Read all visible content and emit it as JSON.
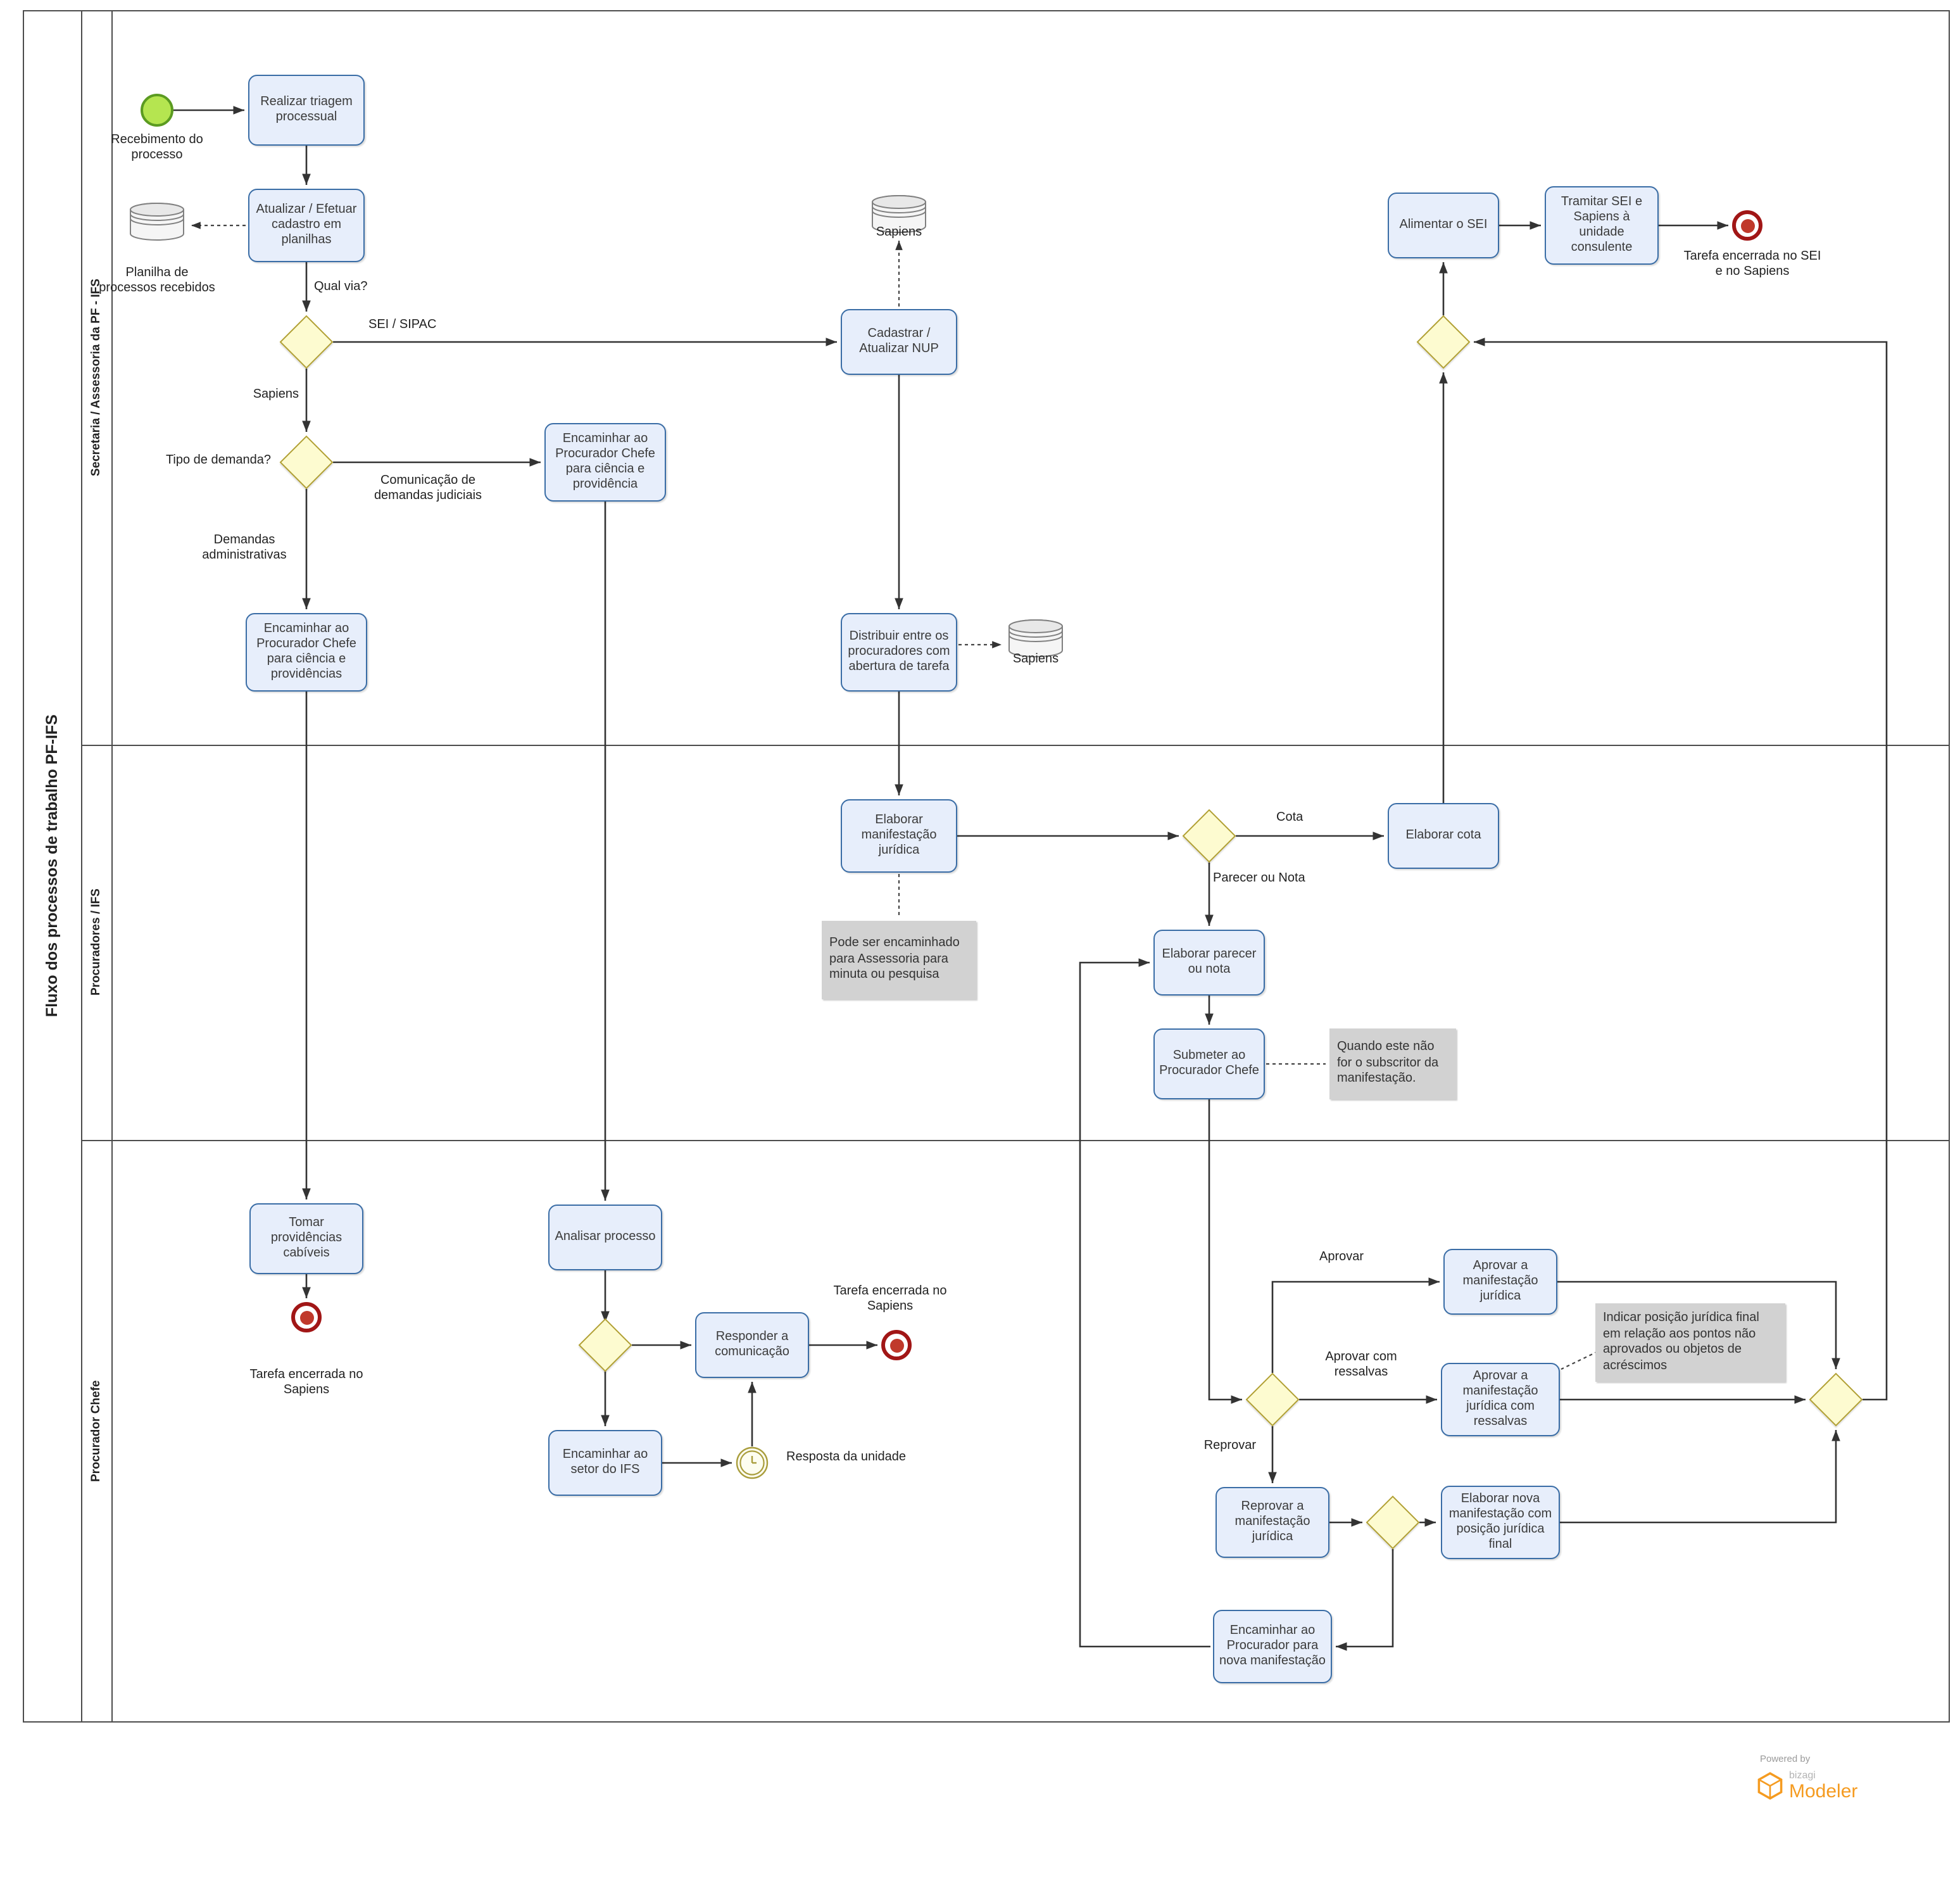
{
  "pool": {
    "title": "Fluxo dos processos de trabalho PF-IFS",
    "lanes": [
      "Secretaria / Assessoria da PF - IFS",
      "Procuradores / IFS",
      "Procurador Chefe"
    ]
  },
  "nodes": {
    "realizar_triagem": "Realizar triagem processual",
    "atualizar_cadastro": "Atualizar / Efetuar cadastro em planilhas",
    "cadastrar_nup": "Cadastrar / Atualizar NUP",
    "encaminhar_judicial": "Encaminhar ao Procurador Chefe para ciência e providência",
    "encaminhar_admin": "Encaminhar ao Procurador Chefe para ciência e providências",
    "distribuir": "Distribuir entre os procuradores com abertura de tarefa",
    "alimentar_sei": "Alimentar o SEI",
    "tramitar": "Tramitar SEI e Sapiens à unidade consulente",
    "elaborar_manifestacao": "Elaborar manifestação jurídica",
    "elaborar_cota": "Elaborar cota",
    "elaborar_parecer": "Elaborar parecer ou nota",
    "submeter": "Submeter ao Procurador Chefe",
    "tomar_providencias": "Tomar providências cabíveis",
    "analisar_processo": "Analisar processo",
    "responder_comunicacao": "Responder a comunicação",
    "encaminhar_setor": "Encaminhar ao setor do IFS",
    "aprovar_manifestacao": "Aprovar a manifestação jurídica",
    "aprovar_ressalvas": "Aprovar a manifestação jurídica com ressalvas",
    "reprovar_manifestacao": "Reprovar a manifestação jurídica",
    "nova_manifestacao": "Elaborar nova manifestação com posição jurídica final",
    "encaminhar_procurador": "Encaminhar ao Procurador para nova manifestação"
  },
  "events": {
    "start_recebimento": "Recebimento do processo",
    "end_sei_sapiens": "Tarefa encerrada no SEI e no Sapiens",
    "end_sapiens_tomar": "Tarefa encerrada no Sapiens",
    "end_sapiens_responder": "Tarefa encerrada no Sapiens",
    "timer_resposta": "Resposta da unidade"
  },
  "datastores": {
    "planilha": "Planilha de processos recebidos",
    "sapiens_nup": "Sapiens",
    "sapiens_distribuir": "Sapiens"
  },
  "annotations": {
    "assessoria": "Pode ser encaminhado para Assessoria para minuta ou pesquisa",
    "subscritor": "Quando este não for o subscritor da manifestação.",
    "posicao_final": "Indicar posição jurídica final em relação aos pontos não aprovados ou objetos de acréscimos"
  },
  "edge_labels": {
    "qual_via": "Qual via?",
    "sei_sipac": "SEI / SIPAC",
    "sapiens": "Sapiens",
    "tipo_demanda": "Tipo de demanda?",
    "comunicacao_judicial": "Comunicação de demandas judiciais",
    "demandas_admin": "Demandas administrativas",
    "cota": "Cota",
    "parecer_nota": "Parecer ou Nota",
    "aprovar": "Aprovar",
    "aprovar_com_ressalvas": "Aprovar com ressalvas",
    "reprovar": "Reprovar"
  },
  "branding": {
    "powered_by": "Powered by",
    "brand": "bizagi",
    "product": "Modeler"
  },
  "colors": {
    "task_fill": "#e7eefb",
    "task_border": "#3a6da6",
    "gateway_fill": "#fdfbd0",
    "gateway_border": "#b1a035",
    "start_fill": "#b5e550",
    "start_border": "#5b9b21",
    "end_red": "#a11616",
    "annotation_fill": "#d2d2d2",
    "brand_orange": "#f59b20"
  }
}
